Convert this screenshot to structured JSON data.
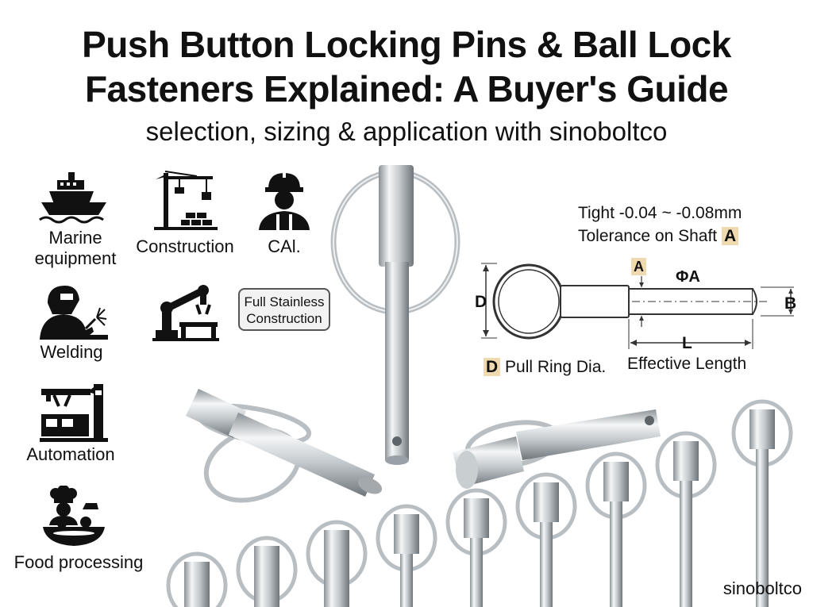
{
  "header": {
    "title_line1": "Push Button Locking Pins & Ball Lock",
    "title_line2": "Fasteners Explained: A Buyer's Guide",
    "subtitle": "selection, sizing & application with sinoboltco"
  },
  "applications": [
    {
      "label": "Marine equipment",
      "icon": "ship-icon"
    },
    {
      "label": "Construction",
      "icon": "crane-icon"
    },
    {
      "label": "CAl.",
      "icon": "worker-icon"
    },
    {
      "label": "Welding",
      "icon": "welder-icon"
    },
    {
      "label": "Automation",
      "icon": "factory-icon"
    },
    {
      "label": "Food processing",
      "icon": "chef-icon"
    }
  ],
  "robot_icon": "robot-arm-icon",
  "badge": {
    "label_line1": "Full Stainless",
    "label_line2": "Construction"
  },
  "diagram": {
    "tolerance_line1": "Tight -0.04 ~ -0.08mm",
    "tolerance_line2_prefix": "Tolerance on Shaft",
    "tolerance_marker": "A",
    "label_A": "A",
    "label_phiA": "ΦA",
    "label_B": "B",
    "label_D": "D",
    "label_L": "L",
    "pull_ring_marker": "D",
    "pull_ring_text": "Pull Ring Dia.",
    "effective_length": "Effective Length"
  },
  "brand": "sinoboltco",
  "colors": {
    "highlight": "#efd9ae",
    "steel_light": "#eceff1",
    "steel_dark": "#7d848a"
  }
}
